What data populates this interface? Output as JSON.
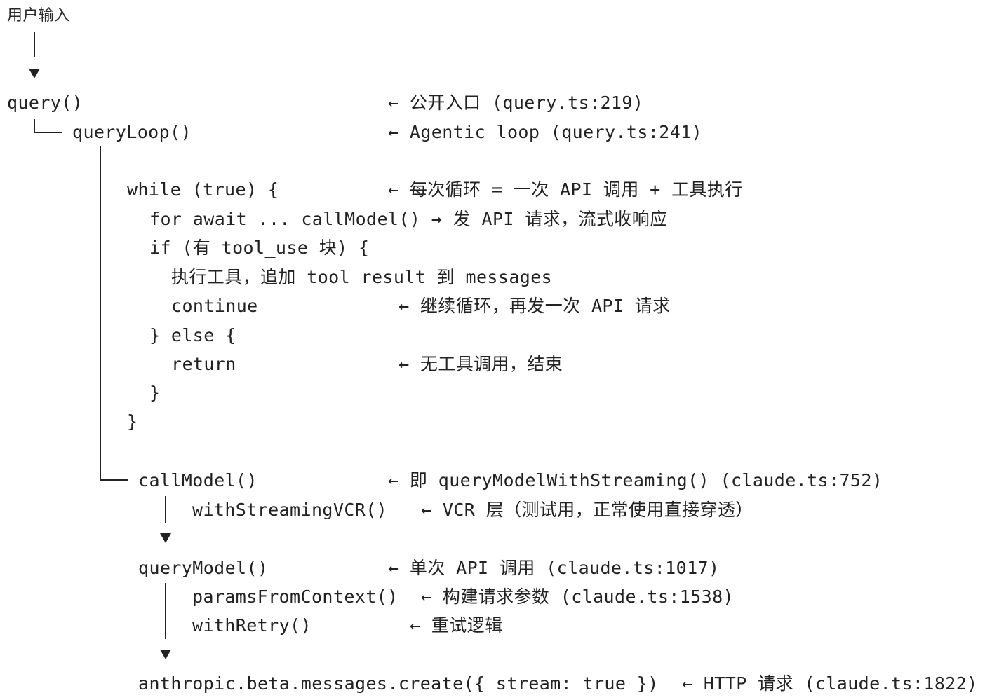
{
  "header": {
    "user_input": "用户输入"
  },
  "lines": {
    "query": "query()",
    "query_comment": "← 公开入口 (query.ts:219)",
    "queryLoop": "queryLoop()",
    "queryLoop_comment": "← Agentic loop (query.ts:241)",
    "while": "while (true) {",
    "while_comment": "← 每次循环 = 一次 API 调用 + 工具执行",
    "for_await": "for await ... callModel() → 发 API 请求，流式收响应",
    "if_tool_use": "if (有 tool_use 块) {",
    "exec_tools": "执行工具，追加 tool_result 到 messages",
    "continue": "continue",
    "continue_comment": "← 继续循环，再发一次 API 请求",
    "else": "} else {",
    "return": "return",
    "return_comment": "← 无工具调用，结束",
    "close_inner": "}",
    "close_outer": "}",
    "callModel": "callModel()",
    "callModel_comment": "← 即 queryModelWithStreaming() (claude.ts:752)",
    "withStreamingVCR": "withStreamingVCR()",
    "withStreamingVCR_comment": "← VCR 层（测试用，正常使用直接穿透）",
    "queryModel": "queryModel()",
    "queryModel_comment": "← 单次 API 调用 (claude.ts:1017)",
    "paramsFromContext": "paramsFromContext()",
    "paramsFromContext_comment": "← 构建请求参数 (claude.ts:1538)",
    "withRetry": "withRetry()",
    "withRetry_comment": "← 重试逻辑",
    "create": "anthropic.beta.messages.create({ stream: true })",
    "create_comment": "← HTTP 请求 (claude.ts:1822)"
  }
}
